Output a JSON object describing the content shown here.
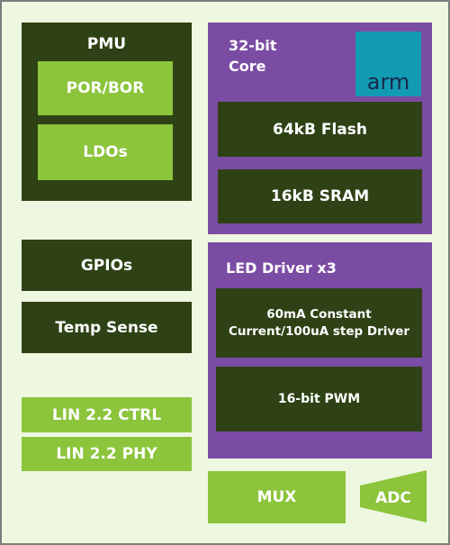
{
  "pmu": {
    "title": "PMU",
    "por_bor": "POR/BOR",
    "ldos": "LDOs"
  },
  "core": {
    "title": "32-bit\nCore",
    "logo_text": "arm",
    "flash": "64kB Flash",
    "sram": "16kB SRAM"
  },
  "gpios": "GPIOs",
  "temp_sense": "Temp Sense",
  "led_driver": {
    "title": "LED Driver x3",
    "constant_current": "60mA Constant Current/100uA step Driver",
    "pwm": "16-bit PWM"
  },
  "lin": {
    "ctrl": "LIN 2.2 CTRL",
    "phy": "LIN 2.2 PHY"
  },
  "mux": "MUX",
  "adc": "ADC",
  "colors": {
    "background": "#eef7df",
    "dark_green": "#2e4215",
    "lime_green": "#8cc43c",
    "purple": "#7b4ca3",
    "arm_teal": "#139bb4"
  }
}
